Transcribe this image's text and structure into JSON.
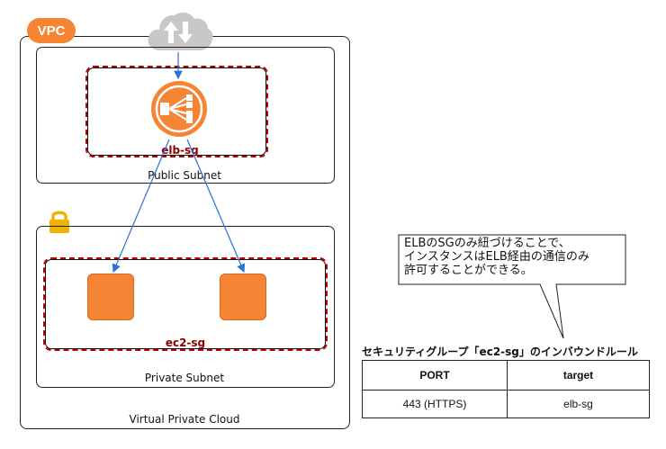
{
  "vpc": {
    "badge": "VPC",
    "label": "Virtual Private Cloud"
  },
  "public_subnet": {
    "label": "Public Subnet",
    "security_group": "elb-sg"
  },
  "private_subnet": {
    "label": "Private Subnet",
    "security_group": "ec2-sg"
  },
  "icons": {
    "internet": "cloud-upload-download-icon",
    "elb": "elastic-load-balancer-icon",
    "private": "padlock-icon",
    "instance": "ec2-instance-icon"
  },
  "callout": {
    "lines": [
      "ELBのSGのみ紐づけることで、",
      "インスタンスはELB経由の通信のみ",
      "許可することができる。"
    ]
  },
  "rules_table": {
    "title": "セキュリティグループ「ec2-sg」のインバウンドルール",
    "headers": [
      "PORT",
      "target"
    ],
    "rows": [
      [
        "443 (HTTPS)",
        "elb-sg"
      ]
    ]
  },
  "colors": {
    "aws_orange": "#f58534",
    "sg_border": "#c00000",
    "arrow": "#2a73d6",
    "lock": "#f0b400",
    "cloud": "#c8c8c8"
  }
}
